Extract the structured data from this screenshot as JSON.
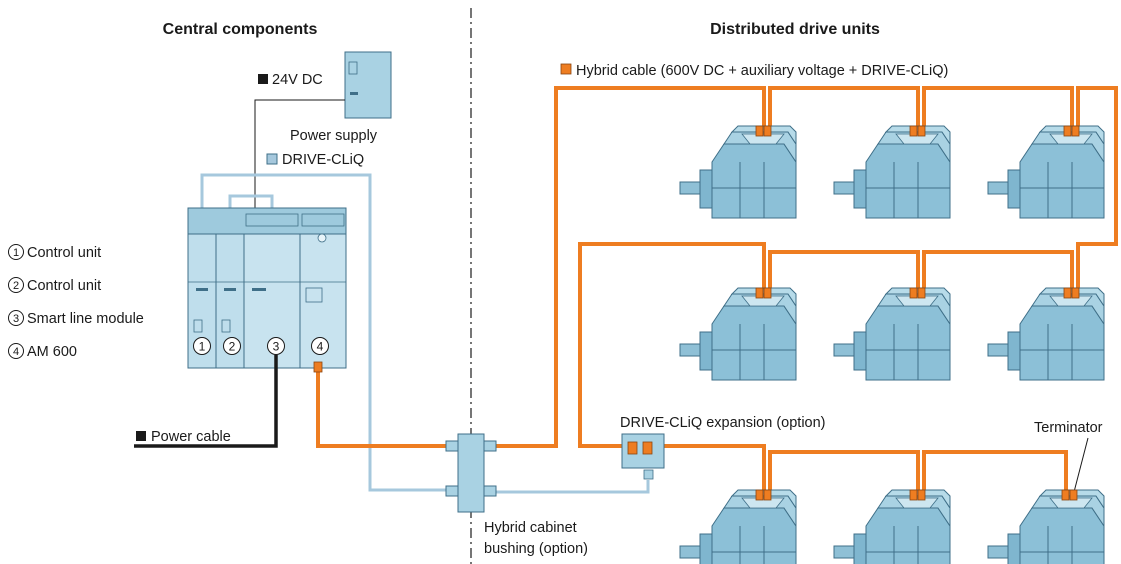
{
  "headings": {
    "central": "Central components",
    "distributed": "Distributed drive units"
  },
  "legend": {
    "dc24": "24V DC",
    "power_supply": "Power supply",
    "drive_cliq": "DRIVE-CLiQ",
    "hybrid_cable": "Hybrid cable (600V DC + auxiliary voltage + DRIVE-CLiQ)",
    "power_cable": "Power cable"
  },
  "components": [
    {
      "num": "1",
      "label": "Control unit"
    },
    {
      "num": "2",
      "label": "Control unit"
    },
    {
      "num": "3",
      "label": "Smart line module"
    },
    {
      "num": "4",
      "label": "AM 600"
    }
  ],
  "labels": {
    "expansion": "DRIVE-CLiQ expansion (option)",
    "terminator": "Terminator",
    "bushing_line1": "Hybrid cabinet",
    "bushing_line2": "bushing (option)"
  },
  "colors": {
    "hybrid": "#ee7d21",
    "drive_cliq": "#a6c8dd",
    "power": "#1a1a1a",
    "device": "#7fb6cf"
  }
}
